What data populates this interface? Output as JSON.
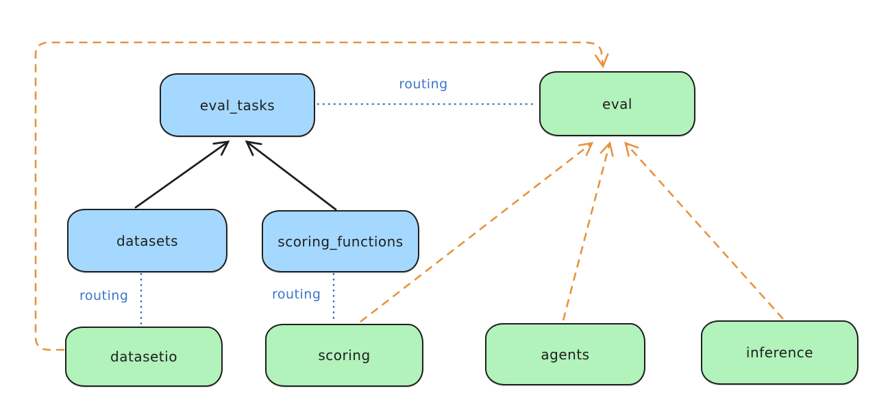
{
  "diagram": {
    "nodes": [
      {
        "id": "eval_tasks",
        "label": "eval_tasks",
        "color": "blue"
      },
      {
        "id": "eval",
        "label": "eval",
        "color": "green"
      },
      {
        "id": "datasets",
        "label": "datasets",
        "color": "blue"
      },
      {
        "id": "scoring_functions",
        "label": "scoring_functions",
        "color": "blue"
      },
      {
        "id": "datasetio",
        "label": "datasetio",
        "color": "green"
      },
      {
        "id": "scoring",
        "label": "scoring",
        "color": "green"
      },
      {
        "id": "agents",
        "label": "agents",
        "color": "green"
      },
      {
        "id": "inference",
        "label": "inference",
        "color": "green"
      }
    ],
    "edges": [
      {
        "from": "datasets",
        "to": "eval_tasks",
        "style": "solid-arrow",
        "color": "black"
      },
      {
        "from": "scoring_functions",
        "to": "eval_tasks",
        "style": "solid-arrow",
        "color": "black"
      },
      {
        "from": "eval_tasks",
        "to": "eval",
        "style": "dotted-line",
        "color": "blue",
        "label": "routing"
      },
      {
        "from": "datasets",
        "to": "datasetio",
        "style": "dotted-line",
        "color": "blue",
        "label": "routing"
      },
      {
        "from": "scoring_functions",
        "to": "scoring",
        "style": "dotted-line",
        "color": "blue",
        "label": "routing"
      },
      {
        "from": "datasetio",
        "to": "eval",
        "style": "dashed-arrow",
        "color": "orange"
      },
      {
        "from": "scoring",
        "to": "eval",
        "style": "dashed-arrow",
        "color": "orange"
      },
      {
        "from": "agents",
        "to": "eval",
        "style": "dashed-arrow",
        "color": "orange"
      },
      {
        "from": "inference",
        "to": "eval",
        "style": "dashed-arrow",
        "color": "orange"
      }
    ],
    "edge_labels": {
      "eval_routing": "routing",
      "datasetio_routing": "routing",
      "scoring_routing": "routing"
    },
    "colors": {
      "background": "#ffffff",
      "blue_node_fill": "#a5d8ff",
      "green_node_fill": "#b2f2bb",
      "node_stroke": "#1e1e1e",
      "orange_edge": "#e8913d",
      "blue_edge": "#3b74c8"
    }
  }
}
